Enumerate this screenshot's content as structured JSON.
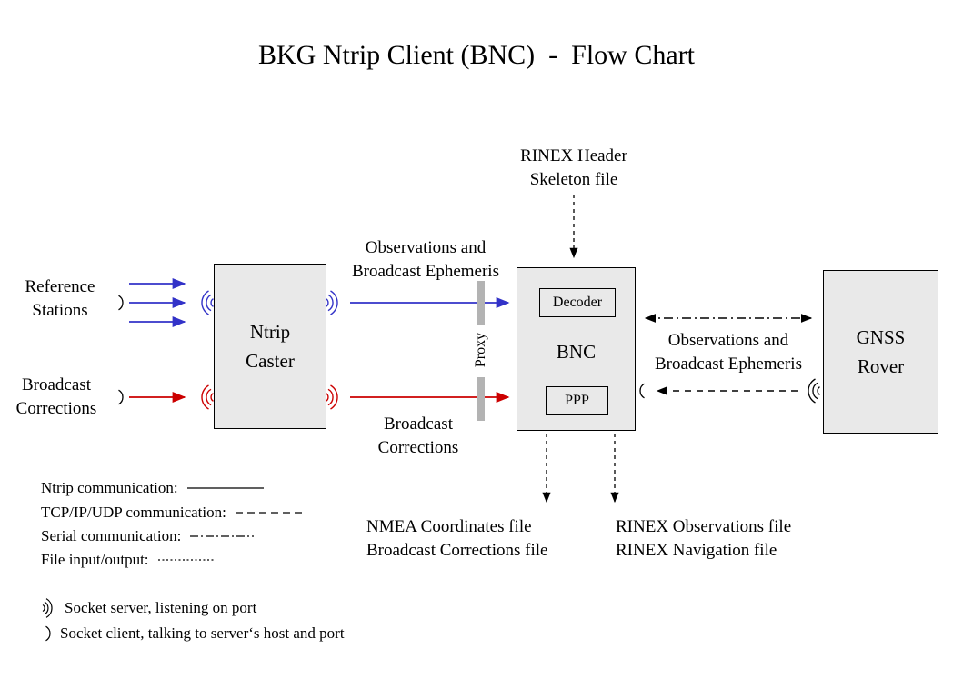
{
  "title": "BKG Ntrip Client (BNC)  -  Flow Chart",
  "nodes": {
    "ntrip_caster": "Ntrip\nCaster",
    "bnc": "BNC",
    "decoder": "Decoder",
    "ppp": "PPP",
    "gnss_rover": "GNSS\nRover"
  },
  "labels": {
    "reference_stations": "Reference\nStations",
    "broadcast_corrections_input": "Broadcast\nCorrections",
    "observations_ephemeris_caster_bnc": "Observations and\nBroadcast Ephemeris",
    "broadcast_corrections_caster_bnc": "Broadcast\nCorrections",
    "rinex_header_skeleton": "RINEX Header\nSkeleton file",
    "proxy": "Proxy",
    "observations_ephemeris_bnc_rover": "Observations and\nBroadcast Ephemeris",
    "nmea_output": "NMEA Coordinates file\nBroadcast Corrections file",
    "rinex_output": "RINEX Observations file\nRINEX Navigation file"
  },
  "legend": {
    "ntrip": "Ntrip communication:",
    "tcp_ip_udp": "TCP/IP/UDP communication:",
    "serial": "Serial communication:",
    "file_io": "File input/output:",
    "socket_server": "Socket server, listening on port",
    "socket_client": "Socket client, talking to server‘s host and port"
  },
  "colors": {
    "ntrip_blue": "#3232c8",
    "corrections_red": "#cc0000",
    "box_fill": "#e9e9e9",
    "box_border": "#000000",
    "proxy_bar": "#b3b3b3",
    "line_black": "#000000"
  },
  "icons": {
    "socket_server_icon": "three nested arcs",
    "socket_client_icon": "single arc"
  }
}
